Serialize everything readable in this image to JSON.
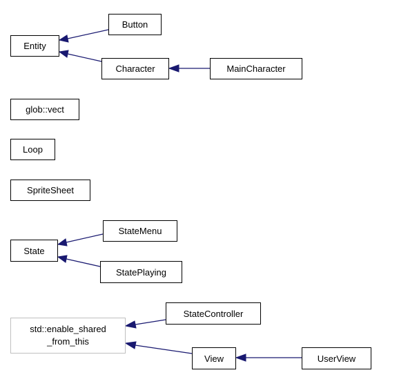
{
  "diagram": {
    "type": "class-inheritance",
    "colors": {
      "edge": "#191970",
      "node_border": "#000000",
      "external_node_border": "#bfbfbf",
      "background": "#ffffff"
    },
    "nodes": {
      "entity": {
        "label": "Entity"
      },
      "button": {
        "label": "Button"
      },
      "character": {
        "label": "Character"
      },
      "main_character": {
        "label": "MainCharacter"
      },
      "glob_vect": {
        "label": "glob::vect"
      },
      "loop": {
        "label": "Loop"
      },
      "sprite_sheet": {
        "label": "SpriteSheet"
      },
      "state": {
        "label": "State"
      },
      "state_menu": {
        "label": "StateMenu"
      },
      "state_playing": {
        "label": "StatePlaying"
      },
      "enable_shared": {
        "label_line1": "std::enable_shared",
        "label_line2": "_from_this",
        "external": true
      },
      "state_controller": {
        "label": "StateController"
      },
      "view": {
        "label": "View"
      },
      "user_view": {
        "label": "UserView"
      }
    },
    "edges": [
      {
        "from": "button",
        "to": "entity"
      },
      {
        "from": "character",
        "to": "entity"
      },
      {
        "from": "main_character",
        "to": "character"
      },
      {
        "from": "state_menu",
        "to": "state"
      },
      {
        "from": "state_playing",
        "to": "state"
      },
      {
        "from": "state_controller",
        "to": "enable_shared"
      },
      {
        "from": "view",
        "to": "enable_shared"
      },
      {
        "from": "user_view",
        "to": "view"
      }
    ]
  }
}
